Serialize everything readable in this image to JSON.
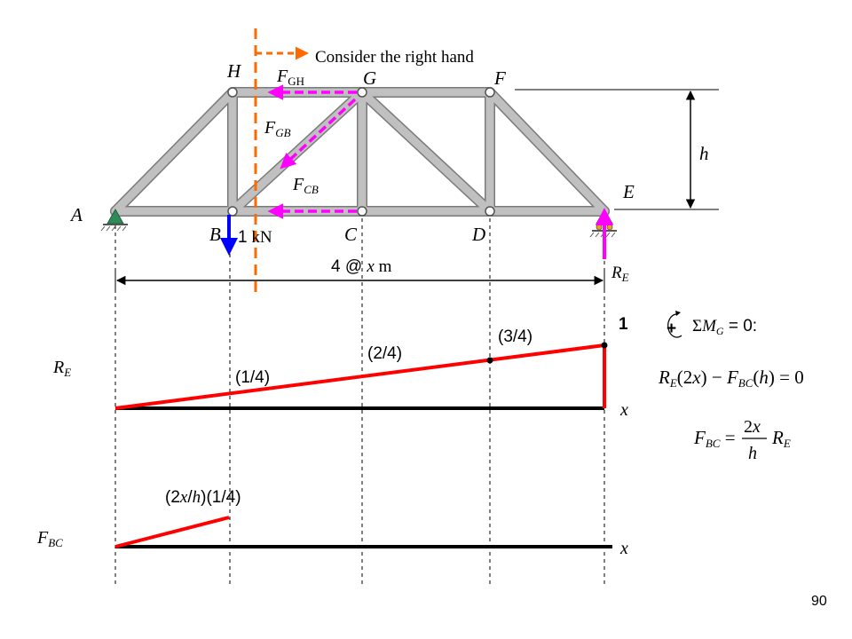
{
  "slide": {
    "page_number": "90",
    "note": "Consider the right hand"
  },
  "truss": {
    "joints": {
      "A": "A",
      "B": "B",
      "C": "C",
      "D": "D",
      "E": "E",
      "F": "F",
      "G": "G",
      "H": "H"
    },
    "forces": {
      "gh": "F",
      "gh_sub": "GH",
      "gb": "F",
      "gb_sub": "GB",
      "cb": "F",
      "cb_sub": "CB"
    },
    "load_value": "1",
    "load_unit": "kN",
    "span_prefix": "4 @ ",
    "span_var": "x",
    "span_unit": " m",
    "height": "h",
    "reaction": "R",
    "reaction_sub": "E"
  },
  "influence_lines": {
    "re": {
      "label": "R",
      "label_sub": "E",
      "max": "1",
      "v1": "(1/4)",
      "v2": "(2/4)",
      "v3": "(3/4)",
      "axis": "x"
    },
    "fbc": {
      "label": "F",
      "label_sub": "BC",
      "peak_a": "(2",
      "peak_x": "x",
      "peak_slash": "/",
      "peak_h": "h",
      "peak_b": ")(1/4)",
      "axis": "x"
    }
  },
  "equations": {
    "moment_sign": "+",
    "moment_sigma": "Σ",
    "moment_m": "M",
    "moment_sub": "G",
    "moment_rest": " = 0:",
    "eq1_R": "R",
    "eq1_Rsub": "E",
    "eq1_a": "(2",
    "eq1_x": "x",
    "eq1_b": ") − ",
    "eq1_F": "F",
    "eq1_Fsub": "BC",
    "eq1_c": "(",
    "eq1_h": "h",
    "eq1_d": ") = 0",
    "eq2_F": "F",
    "eq2_Fsub": "BC",
    "eq2_eq": " = ",
    "eq2_num_a": "2",
    "eq2_num_x": "x",
    "eq2_den": "h",
    "eq2_R": "R",
    "eq2_Rsub": "E"
  },
  "colors": {
    "member": "#c0c0c0",
    "member_edge": "#7a7a7a",
    "force_arrow": "#ff00ff",
    "cut_line": "#ff6a00",
    "load_arrow": "#0000ff",
    "il_line": "#ff0000",
    "support": "#2e8b57"
  }
}
